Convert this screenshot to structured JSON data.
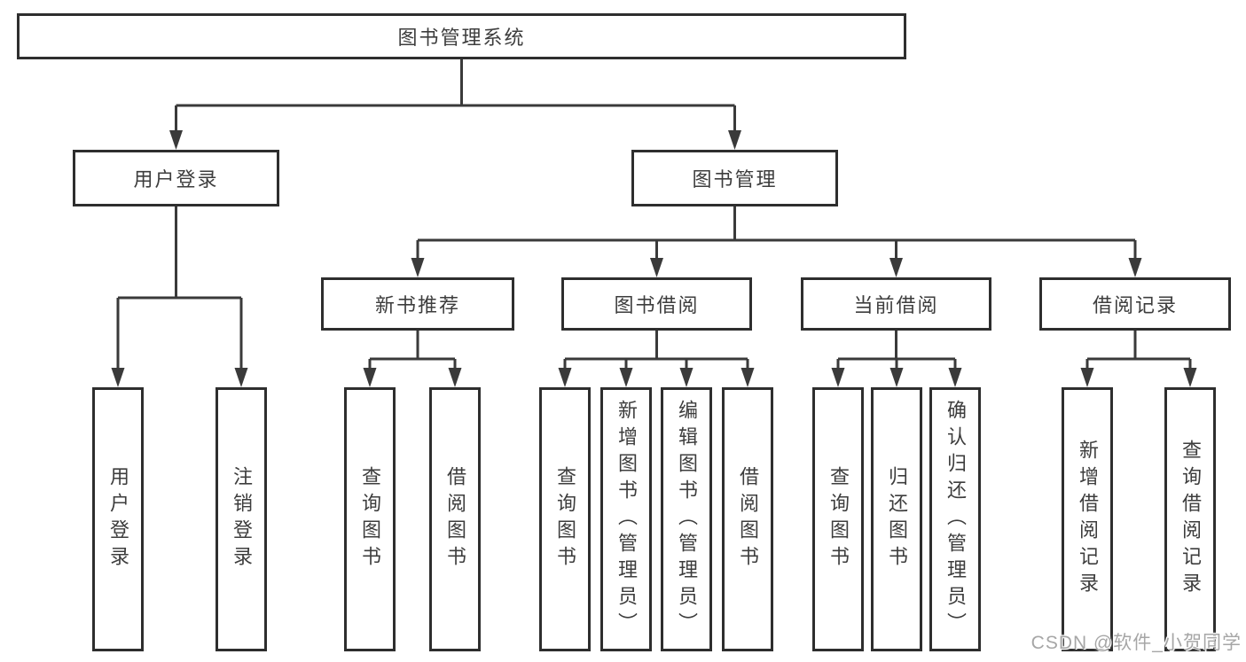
{
  "tree": {
    "root": {
      "label": "图书管理系统"
    },
    "branches": [
      {
        "label": "用户登录",
        "children": [
          {
            "label": "用户登录"
          },
          {
            "label": "注销登录"
          }
        ]
      },
      {
        "label": "图书管理",
        "groups": [
          {
            "label": "新书推荐",
            "children": [
              {
                "label": "查询图书"
              },
              {
                "label": "借阅图书"
              }
            ]
          },
          {
            "label": "图书借阅",
            "children": [
              {
                "label": "查询图书"
              },
              {
                "label": "新增图书（管理员）"
              },
              {
                "label": "编辑图书（管理员）"
              },
              {
                "label": "借阅图书"
              }
            ]
          },
          {
            "label": "当前借阅",
            "children": [
              {
                "label": "查询图书"
              },
              {
                "label": "归还图书"
              },
              {
                "label": "确认归还（管理员）"
              }
            ]
          },
          {
            "label": "借阅记录",
            "children": [
              {
                "label": "新增借阅记录"
              },
              {
                "label": "查询借阅记录"
              }
            ]
          }
        ]
      }
    ]
  },
  "watermark": {
    "text": "CSDN @软件_小贺同学"
  },
  "colors": {
    "line": "#3a3a3a",
    "box_border": "#2e2e2e",
    "text": "#3d3d3d",
    "background": "#ffffff",
    "watermark": "#9e9e9e"
  }
}
